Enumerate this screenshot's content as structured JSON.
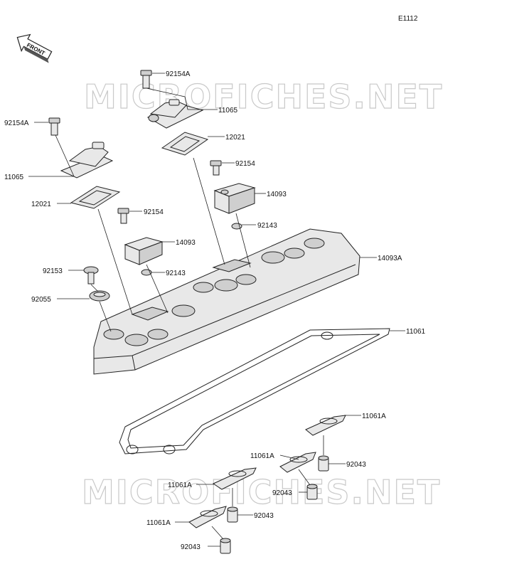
{
  "diagram_code": "E1112",
  "front_label": "FRONT",
  "watermark": "MICROFICHES.NET",
  "parts": {
    "p_92154A_top": "92154A",
    "p_11065_top": "11065",
    "p_92154A_left": "92154A",
    "p_12021_right": "12021",
    "p_11065_left": "11065",
    "p_92154_right": "92154",
    "p_14093_right": "14093",
    "p_12021_left": "12021",
    "p_92154_mid": "92154",
    "p_92143_right": "92143",
    "p_14093_mid": "14093",
    "p_14093A": "14093A",
    "p_92153": "92153",
    "p_92143_mid": "92143",
    "p_92055": "92055",
    "p_11061": "11061",
    "p_11061A_1": "11061A",
    "p_92043_1": "92043",
    "p_11061A_2": "11061A",
    "p_11061A_3": "11061A",
    "p_92043_2": "92043",
    "p_92043_3": "92043",
    "p_11061A_4": "11061A",
    "p_92043_4": "92043"
  }
}
